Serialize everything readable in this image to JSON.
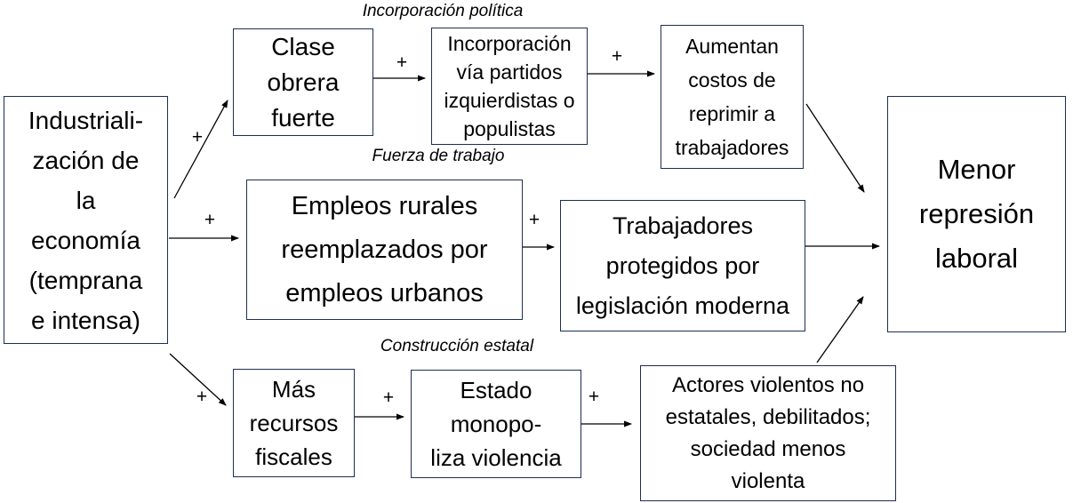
{
  "colors": {
    "box_border": "#1c2f52",
    "arrow": "#000000",
    "text": "#000000",
    "background": "#ffffff"
  },
  "path_labels": {
    "incorporacion_politica": "Incorporación política",
    "fuerza_de_trabajo": "Fuerza de trabajo",
    "construccion_estatal": "Construcción estatal"
  },
  "nodes": {
    "industrializacion": {
      "text": "Industriali-\nzación de\nla\neconomía\n(temprana\ne intensa)"
    },
    "clase_obrera": {
      "text": "Clase\nobrera\nfuerte"
    },
    "incorporacion_partidos": {
      "text": "Incorporación\nvía partidos\nizquierdistas o\npopulistas"
    },
    "aumentan_costos": {
      "text": "Aumentan\ncostos de\nreprimir a\ntrabajadores"
    },
    "empleos_rurales": {
      "text": "Empleos rurales\nreemplazados por\nempleos urbanos"
    },
    "trabajadores_protegidos": {
      "text": "Trabajadores\nprotegidos por\nlegislación moderna"
    },
    "mas_recursos": {
      "text": "Más\nrecursos\nfiscales"
    },
    "estado_monopoliza": {
      "text": "Estado\nmonopo-\nliza violencia"
    },
    "actores_violentos": {
      "text": "Actores violentos no\nestatales, debilitados;\nsociedad menos\nviolenta"
    },
    "menor_represion": {
      "text": "Menor\nrepresión\nlaboral"
    }
  },
  "edges": [
    {
      "from": "industrializacion",
      "to": "clase_obrera",
      "sign": "+"
    },
    {
      "from": "industrializacion",
      "to": "empleos_rurales",
      "sign": "+"
    },
    {
      "from": "industrializacion",
      "to": "mas_recursos",
      "sign": "+"
    },
    {
      "from": "clase_obrera",
      "to": "incorporacion_partidos",
      "sign": "+"
    },
    {
      "from": "incorporacion_partidos",
      "to": "aumentan_costos",
      "sign": "+"
    },
    {
      "from": "empleos_rurales",
      "to": "trabajadores_protegidos",
      "sign": "+"
    },
    {
      "from": "mas_recursos",
      "to": "estado_monopoliza",
      "sign": "+"
    },
    {
      "from": "estado_monopoliza",
      "to": "actores_violentos",
      "sign": "+"
    },
    {
      "from": "aumentan_costos",
      "to": "menor_represion",
      "sign": ""
    },
    {
      "from": "trabajadores_protegidos",
      "to": "menor_represion",
      "sign": ""
    },
    {
      "from": "actores_violentos",
      "to": "menor_represion",
      "sign": ""
    }
  ]
}
